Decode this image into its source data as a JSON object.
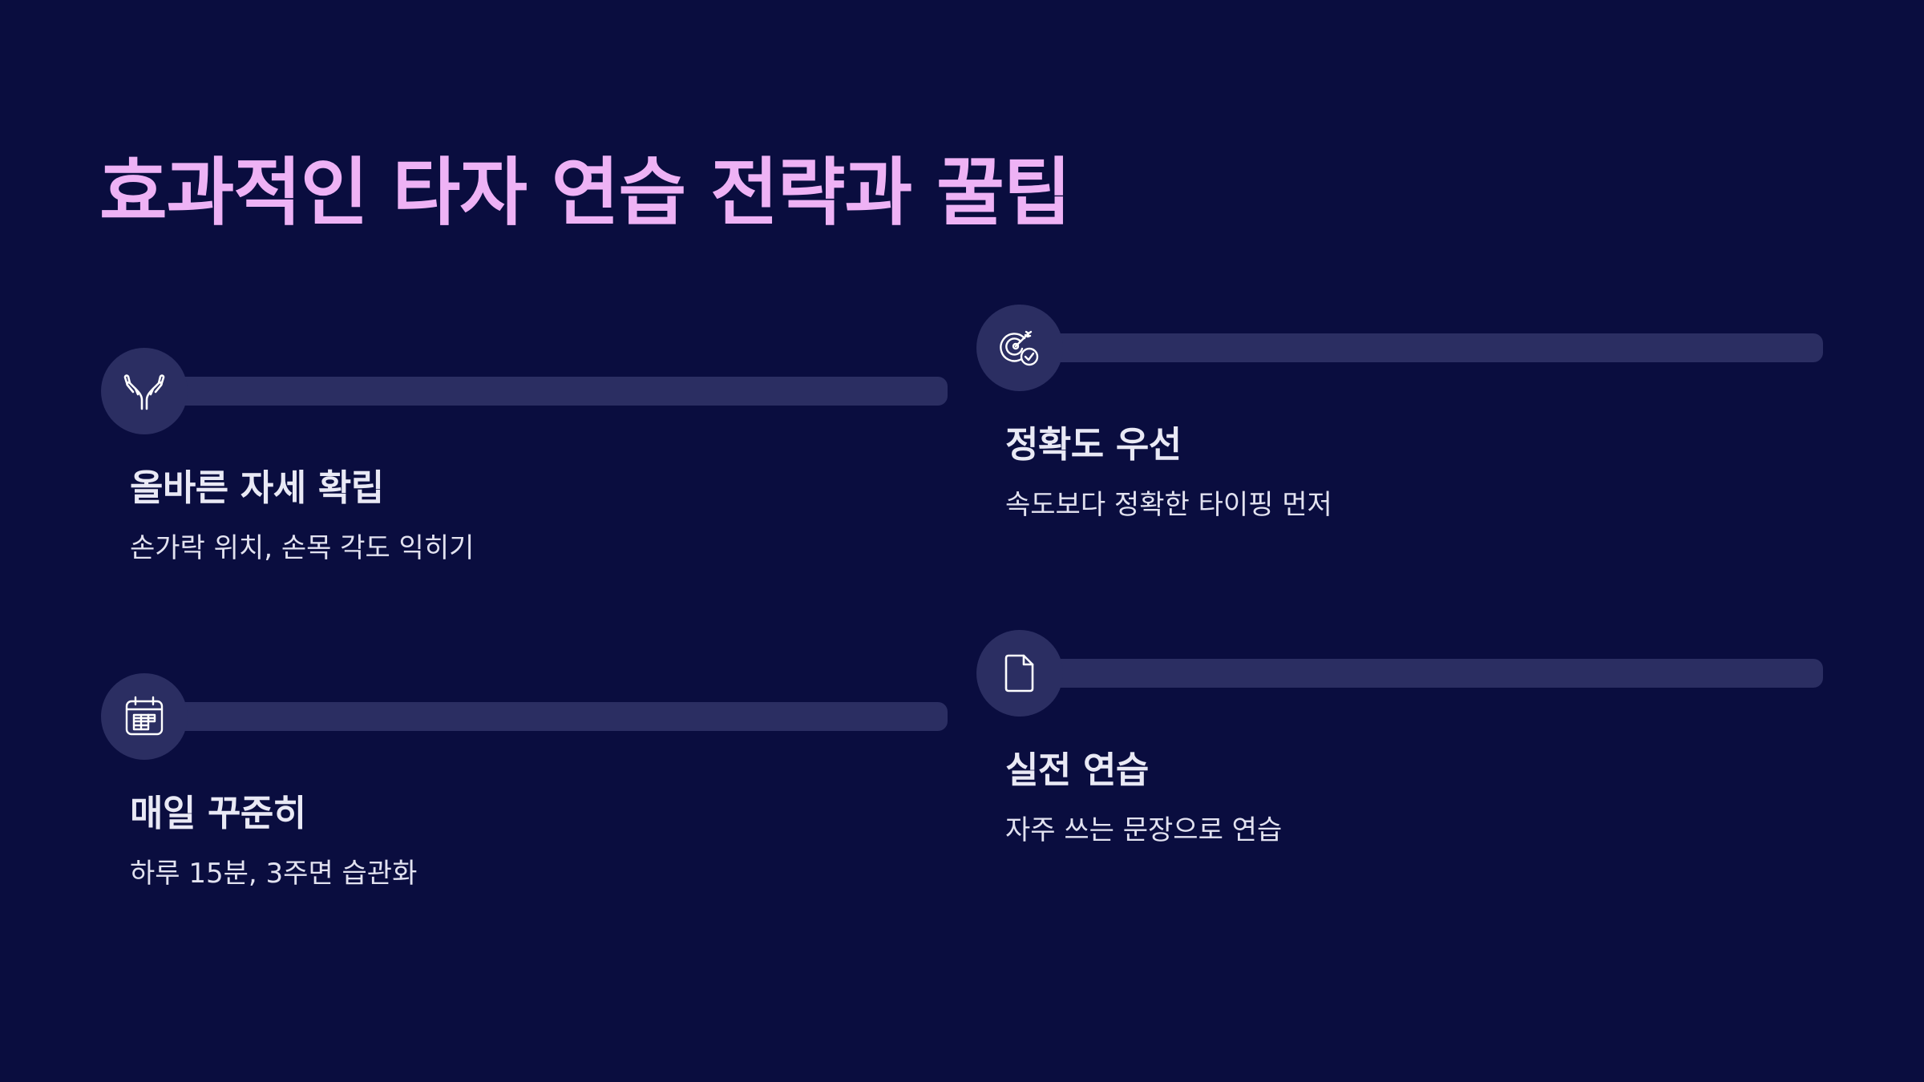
{
  "slide": {
    "title": "효과적인 타자 연습 전략과 꿀팁",
    "colors": {
      "background": "#0a0d3f",
      "title": "#eeb2f5",
      "track": "#2b2e62",
      "text": "#e9e9f5"
    },
    "cards": [
      {
        "icon": "hands-icon",
        "title": "올바른 자세 확립",
        "description": "손가락 위치, 손목 각도 익히기"
      },
      {
        "icon": "target-check-icon",
        "title": "정확도 우선",
        "description": "속도보다 정확한 타이핑 먼저"
      },
      {
        "icon": "calendar-icon",
        "title": "매일 꾸준히",
        "description": "하루 15분, 3주면 습관화"
      },
      {
        "icon": "document-icon",
        "title": "실전 연습",
        "description": "자주 쓰는 문장으로 연습"
      }
    ]
  }
}
